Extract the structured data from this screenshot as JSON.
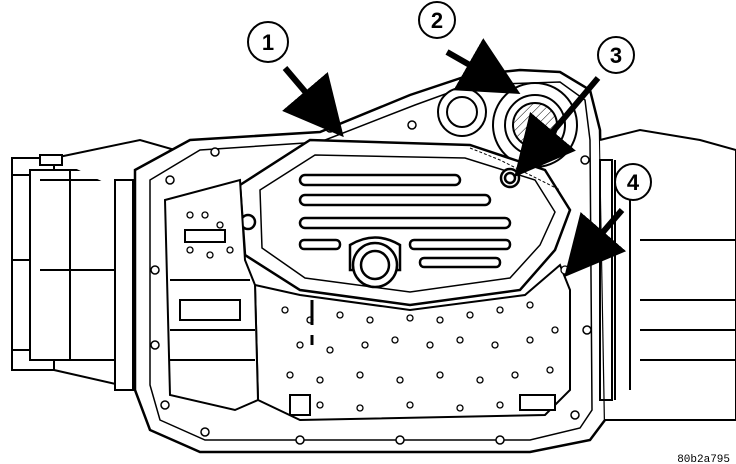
{
  "figure": {
    "background": "#ffffff",
    "ink": "#000000",
    "reference_code": "80b2a795"
  },
  "callouts": [
    {
      "label": "1"
    },
    {
      "label": "2"
    },
    {
      "label": "3"
    },
    {
      "label": "4"
    }
  ]
}
